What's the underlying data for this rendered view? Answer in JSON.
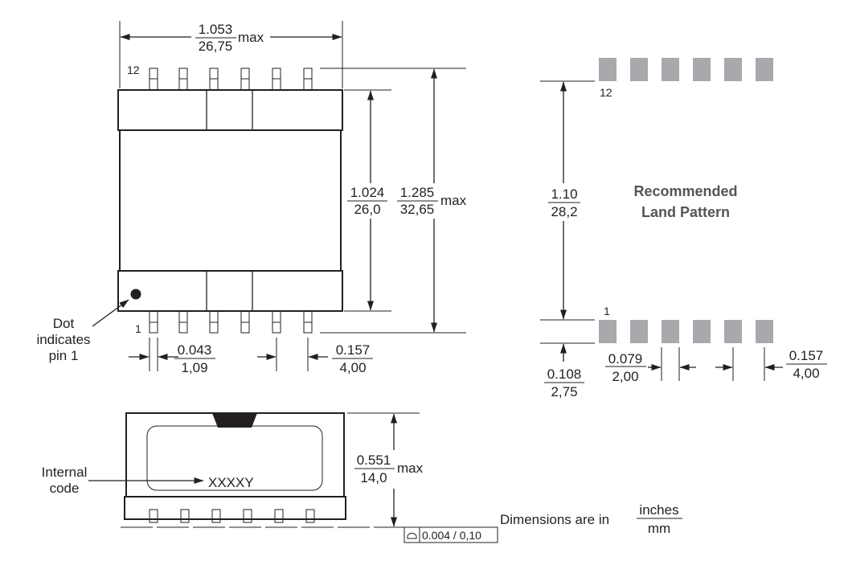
{
  "top_view": {
    "width_in": "1.053",
    "width_mm": "26,75",
    "width_suffix": "max",
    "pin12_label": "12",
    "pin1_label": "1",
    "body_height_in": "1.024",
    "body_height_mm": "26,0",
    "total_height_in": "1.285",
    "total_height_mm": "32,65",
    "total_height_suffix": "max",
    "pin_width_in": "0.043",
    "pin_width_mm": "1,09",
    "pin_pitch_in": "0.157",
    "pin_pitch_mm": "4,00",
    "dot_note": [
      "Dot",
      "indicates",
      "pin 1"
    ]
  },
  "land_pattern": {
    "title_line1": "Recommended",
    "title_line2": "Land Pattern",
    "pin12_label": "12",
    "pin1_label": "1",
    "row_spacing_in": "1.10",
    "row_spacing_mm": "28,2",
    "pad_length_in": "0.108",
    "pad_length_mm": "2,75",
    "pad_width_in": "0.079",
    "pad_width_mm": "2,00",
    "pad_pitch_in": "0.157",
    "pad_pitch_mm": "4,00",
    "pads_per_row": 6,
    "pad_color": "#a7a9ac"
  },
  "side_view": {
    "height_in": "0.551",
    "height_mm": "14,0",
    "height_suffix": "max",
    "internal_code_label": [
      "Internal",
      "code"
    ],
    "marking": "XXXXY",
    "coplanarity": "0.004 / 0,10",
    "coplanarity_symbol": "coplanarity-symbol"
  },
  "units_note": {
    "prefix": "Dimensions are in",
    "numerator": "inches",
    "denominator": "mm"
  }
}
